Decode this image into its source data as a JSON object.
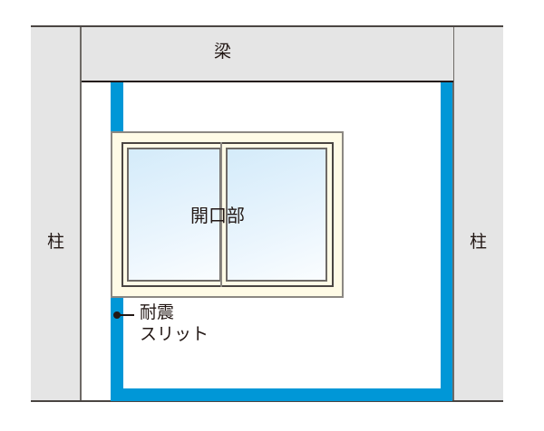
{
  "diagram": {
    "beam": {
      "label": "梁"
    },
    "left_column": {
      "label": "柱"
    },
    "right_column": {
      "label": "柱"
    },
    "opening": {
      "label": "開口部"
    },
    "seismic_slit": {
      "label_line1": "耐震",
      "label_line2": "スリット"
    }
  },
  "colors": {
    "column_fill": "#e5e5e5",
    "beam_fill": "#e5e5e5",
    "slit_blue": "#0097d7",
    "window_frame": "#fffbe6",
    "glass_top": "#d6ecfa",
    "glass_bottom": "#f5fbff",
    "line": "#231815"
  }
}
